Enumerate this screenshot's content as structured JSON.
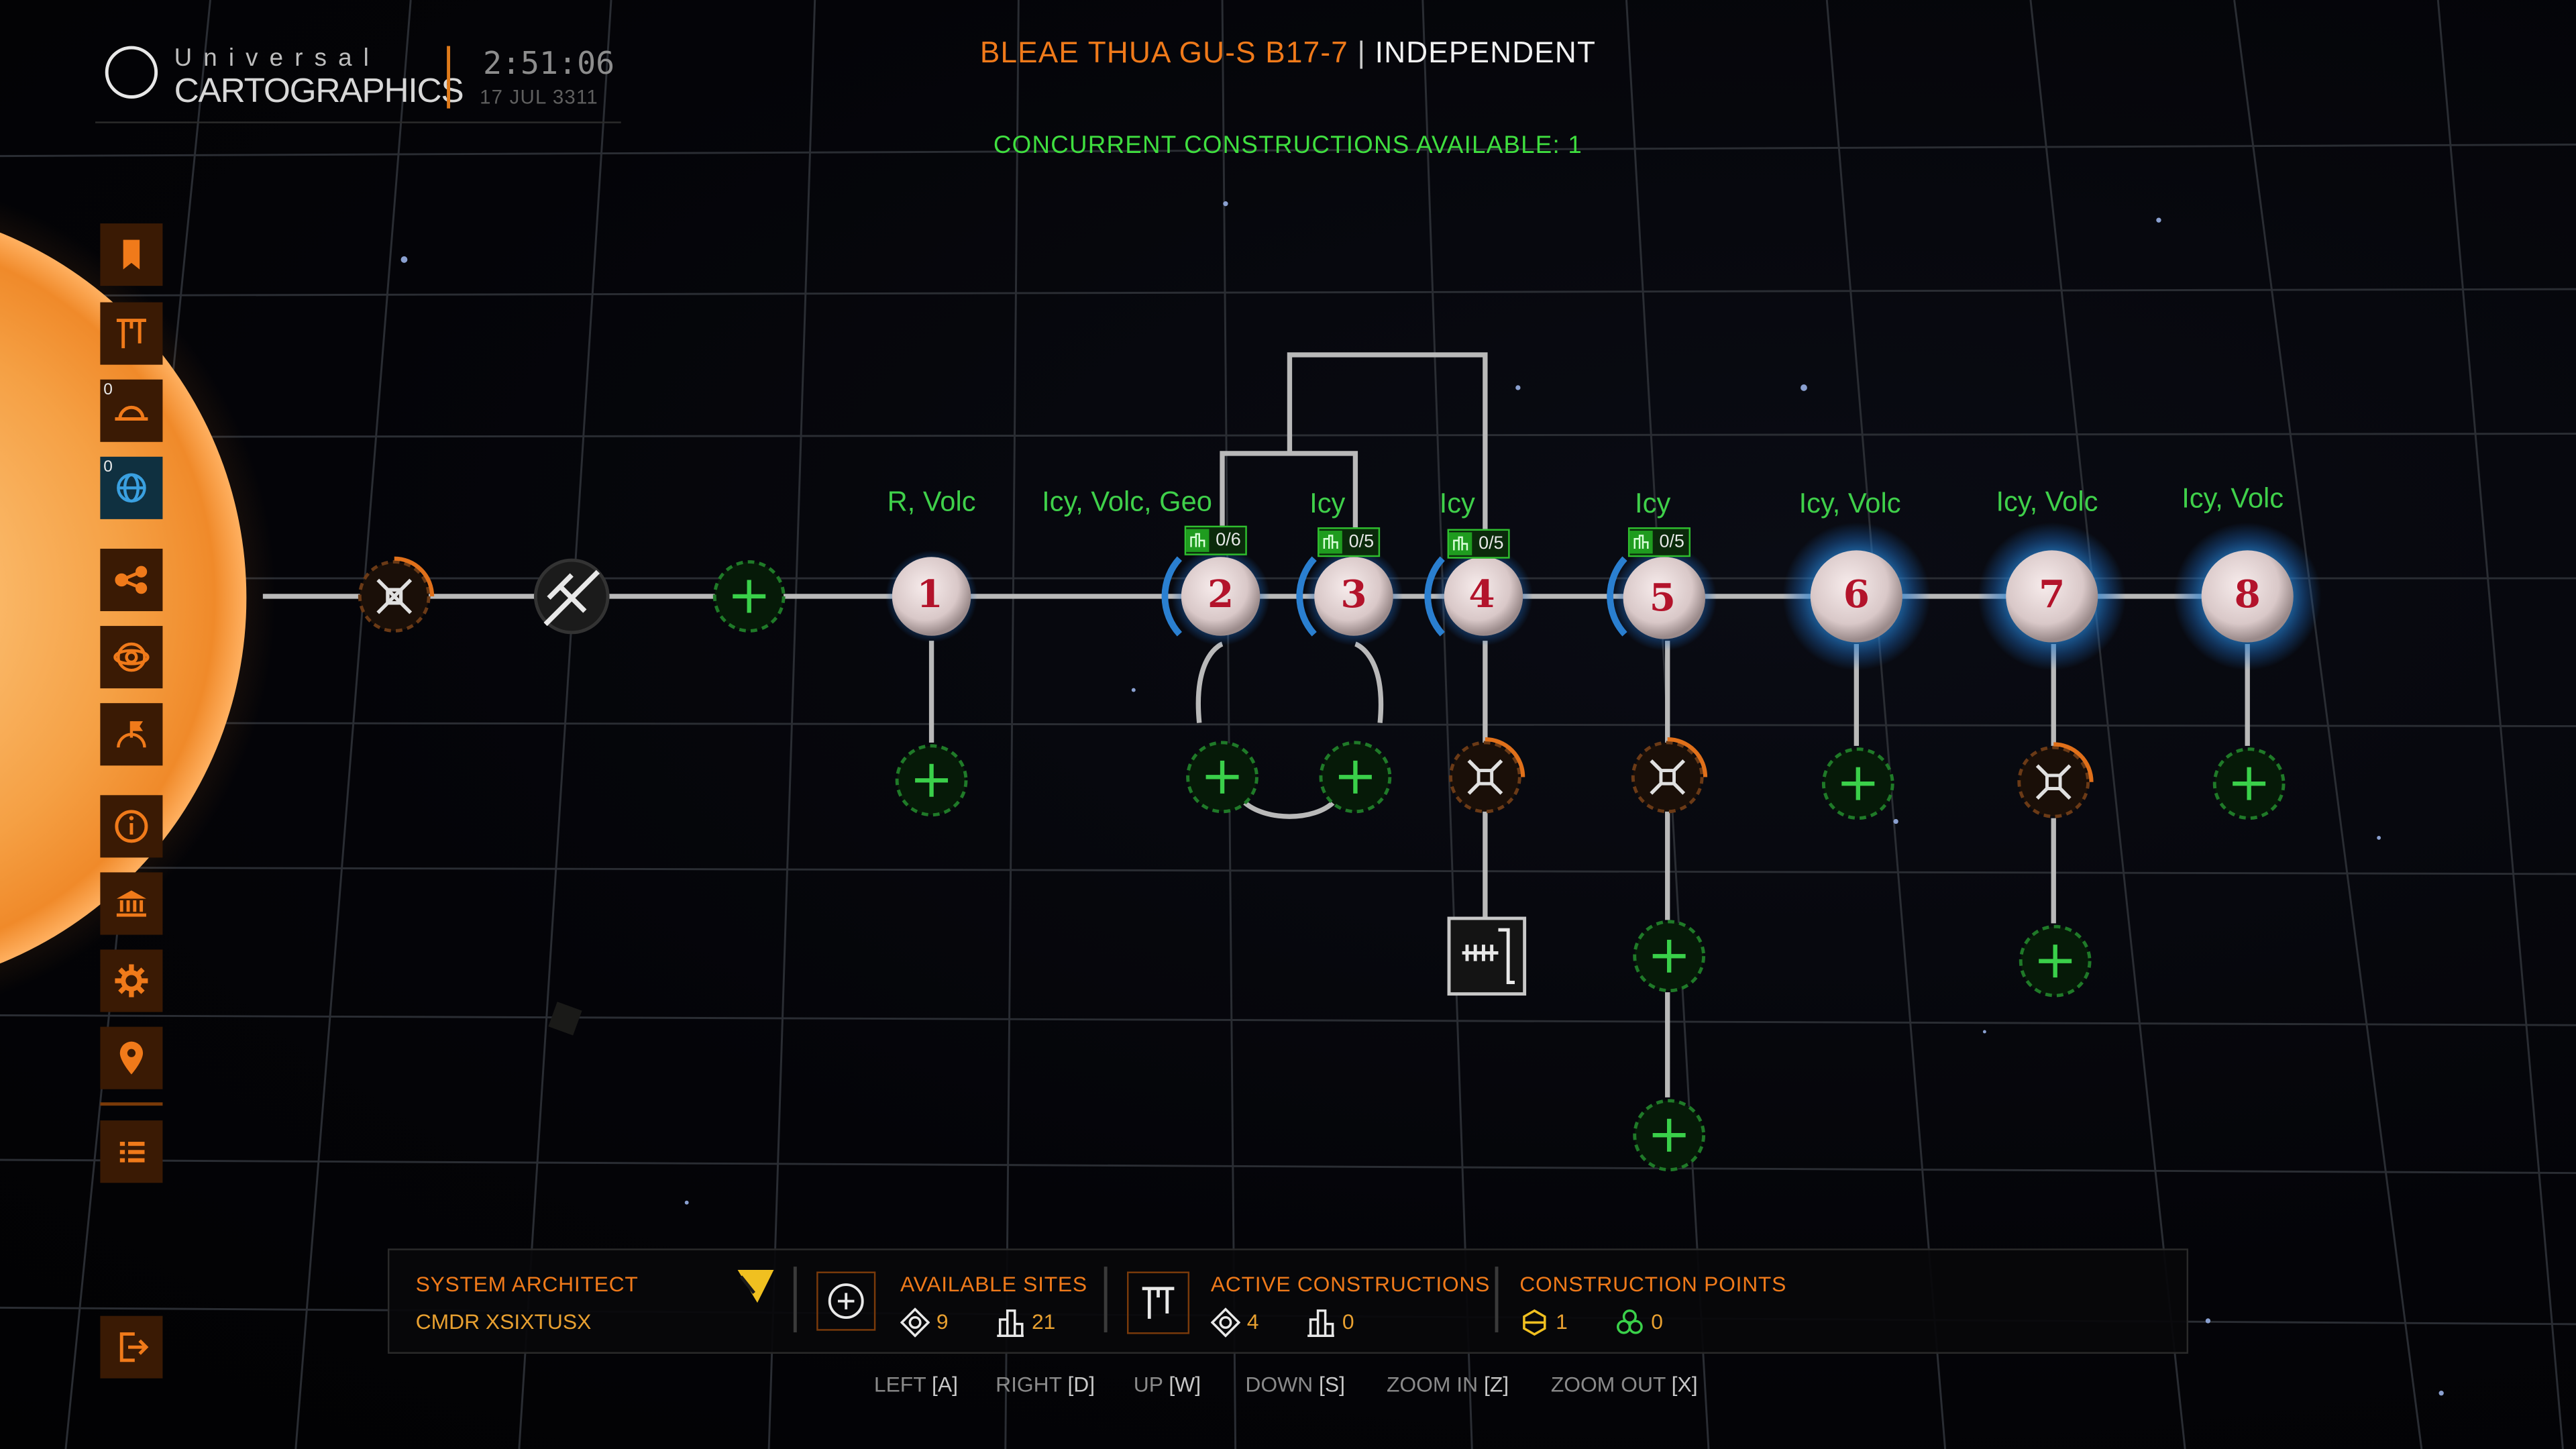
{
  "header": {
    "logo_top": "Universal",
    "logo_bottom": "CARTOGRAPHICS",
    "time": "2:51:06",
    "date": "17 JUL 3311",
    "system_name": "BLEAE THUA GU-S B17-7",
    "separator": "|",
    "faction": "INDEPENDENT",
    "concurrent": "CONCURRENT CONSTRUCTIONS AVAILABLE: 1"
  },
  "sidebar": {
    "items": [
      {
        "icon": "bookmark-icon"
      },
      {
        "icon": "construction-crane-icon"
      },
      {
        "icon": "planet-ring-icon",
        "count": "0"
      },
      {
        "icon": "globe-icon",
        "count": "0",
        "active": true
      },
      {
        "icon": "network-nodes-icon"
      },
      {
        "icon": "orbit-target-icon"
      },
      {
        "icon": "planet-flag-icon"
      },
      {
        "icon": "info-icon"
      },
      {
        "icon": "bank-icon"
      },
      {
        "icon": "gear-icon"
      },
      {
        "icon": "location-pin-icon"
      },
      {
        "icon": "list-icon"
      }
    ],
    "exit_icon": "exit-icon"
  },
  "planets": [
    {
      "num": "1",
      "label": "R, Volc"
    },
    {
      "num": "2",
      "label": "Icy, Volc, Geo",
      "badge": "0/6"
    },
    {
      "num": "3",
      "label": "Icy",
      "badge": "0/5"
    },
    {
      "num": "4",
      "label": "Icy",
      "badge": "0/5"
    },
    {
      "num": "5",
      "label": "Icy",
      "badge": "0/5"
    },
    {
      "num": "6",
      "label": "Icy, Volc"
    },
    {
      "num": "7",
      "label": "Icy, Volc"
    },
    {
      "num": "8",
      "label": "Icy, Volc"
    }
  ],
  "panel": {
    "architect_label": "SYSTEM ARCHITECT",
    "architect_name": "CMDR XSIXTUSX",
    "available_label": "AVAILABLE SITES",
    "available_orbital": "9",
    "available_surface": "21",
    "active_label": "ACTIVE CONSTRUCTIONS",
    "active_orbital": "4",
    "active_surface": "0",
    "points_label": "CONSTRUCTION POINTS",
    "points_tier1": "1",
    "points_tier2": "0"
  },
  "controls": [
    {
      "label": "LEFT",
      "key": "[A]"
    },
    {
      "label": "RIGHT",
      "key": "[D]"
    },
    {
      "label": "UP",
      "key": "[W]"
    },
    {
      "label": "DOWN",
      "key": "[S]"
    },
    {
      "label": "ZOOM IN",
      "key": "[Z]"
    },
    {
      "label": "ZOOM OUT",
      "key": "[X]"
    }
  ],
  "colors": {
    "accent_orange": "#f07a1a",
    "green": "#3fd04a",
    "planet_number": "#b3132b",
    "icon_orange_bg": "#3a1a04",
    "active_blue_bg": "#0f3040"
  }
}
